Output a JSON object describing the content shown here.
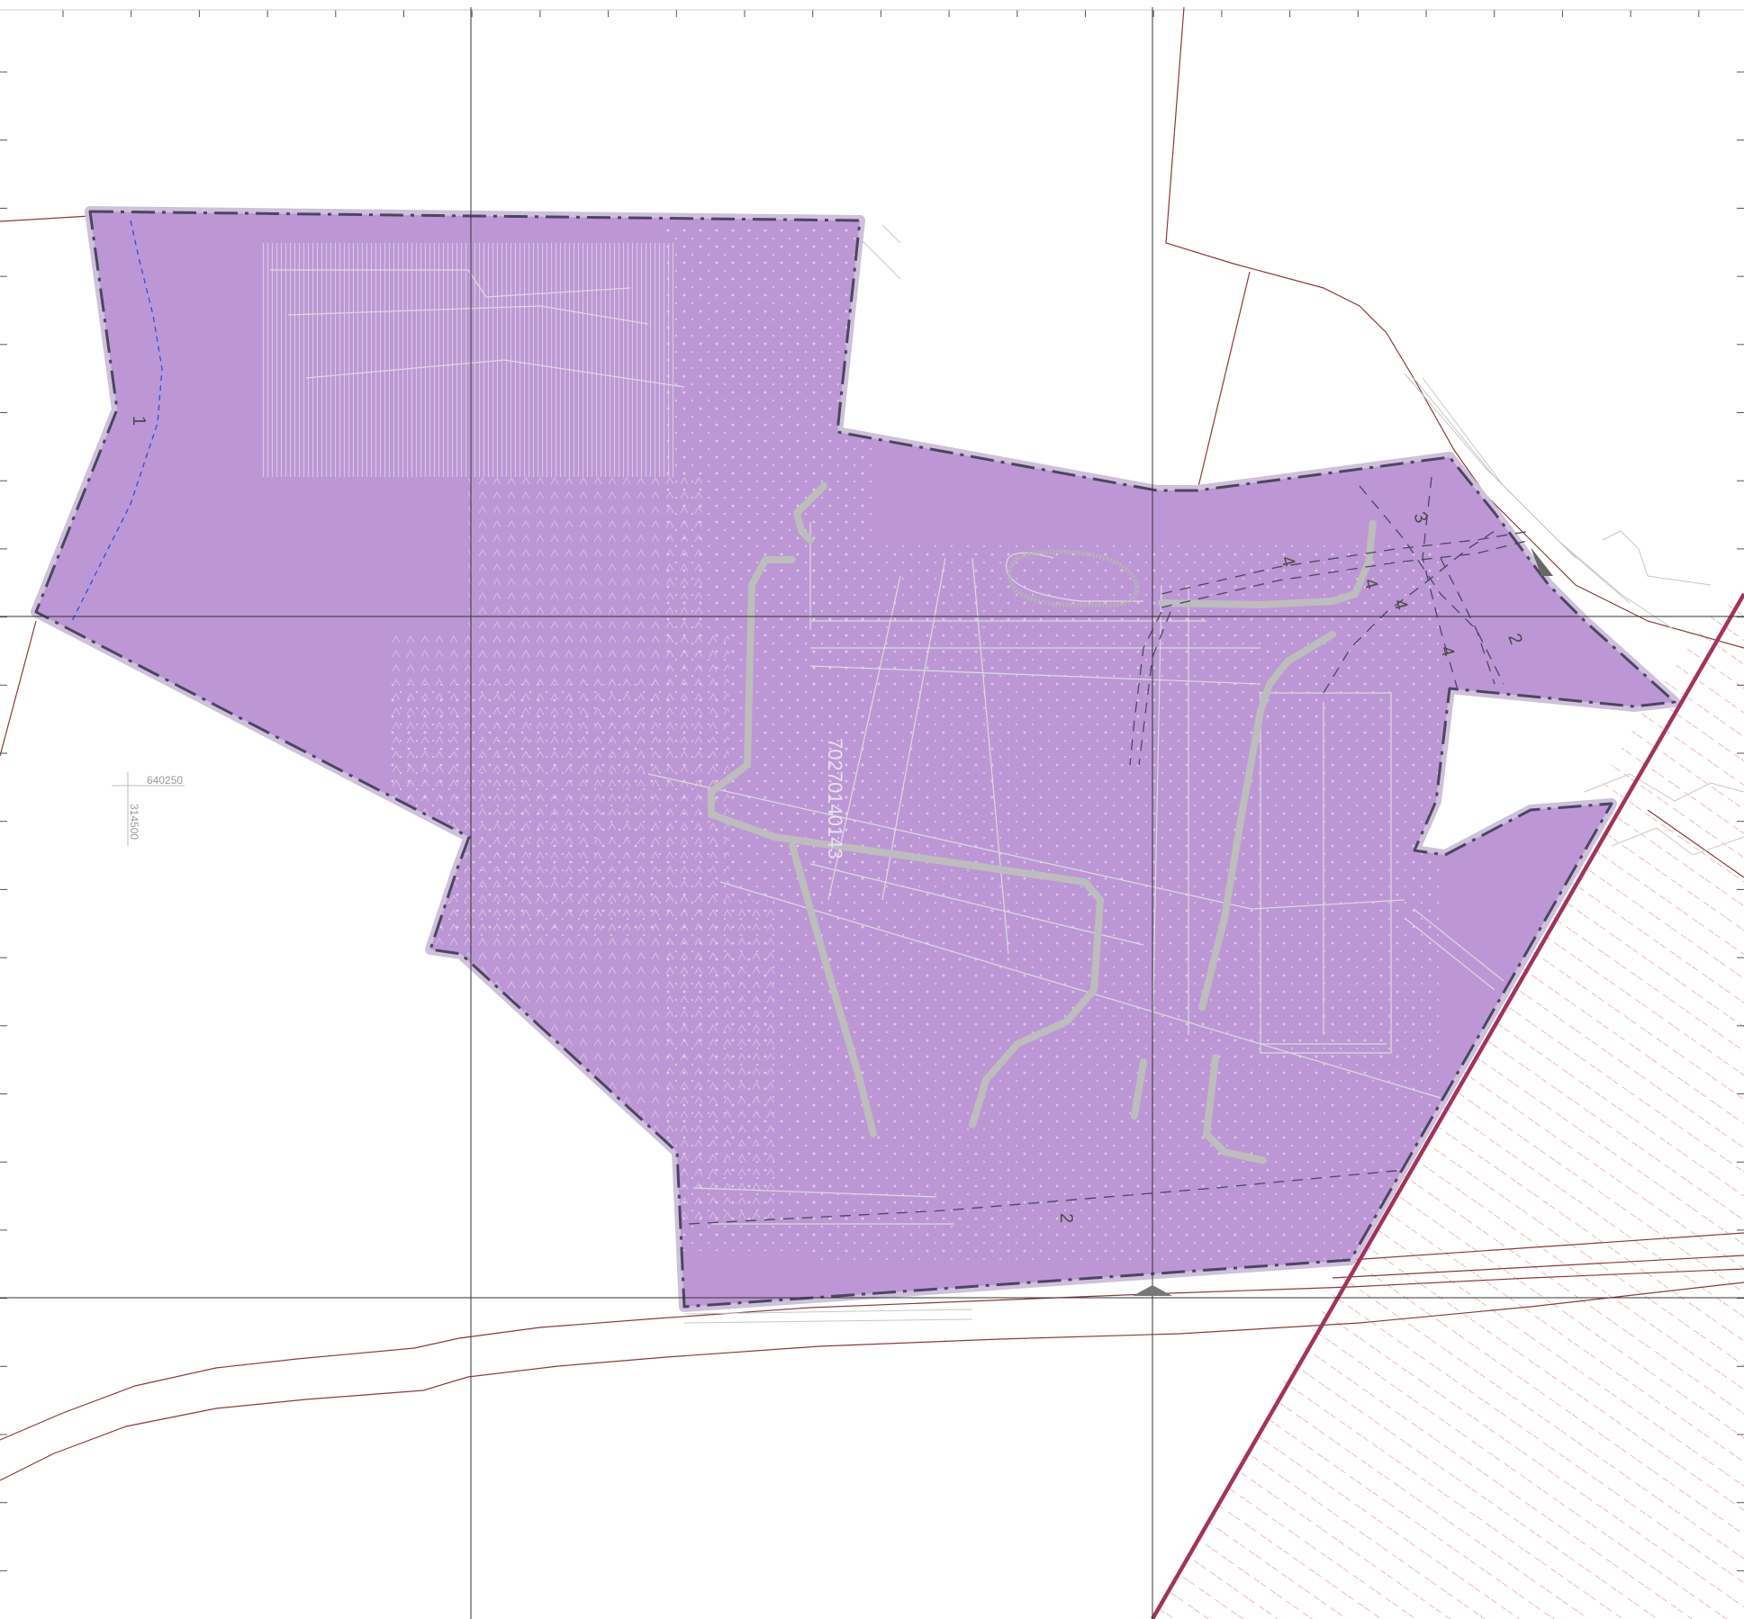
{
  "colors": {
    "zone_fill": "#bd97d5",
    "zone_halo": "#cfc0dc",
    "boundary_line": "#4b4660",
    "parcel_line": "#8a3a3a",
    "frontier_line": "#a3335c",
    "hatch": "#e07878",
    "grid_line": "#333333",
    "cad_detail": "#d9d9d9",
    "blue_line": "#2b4ee0"
  },
  "zone_labels": [
    {
      "text": "1"
    },
    {
      "text": "2"
    },
    {
      "text": "2"
    },
    {
      "text": "3"
    },
    {
      "text": "4"
    },
    {
      "text": "4"
    },
    {
      "text": "4"
    },
    {
      "text": "4"
    }
  ],
  "cadastral_number": "70270140143",
  "grid_coordinates": {
    "x": "640250",
    "y": "314500"
  },
  "icons": [
    "north-marker-icon",
    "survey-point-icon"
  ]
}
